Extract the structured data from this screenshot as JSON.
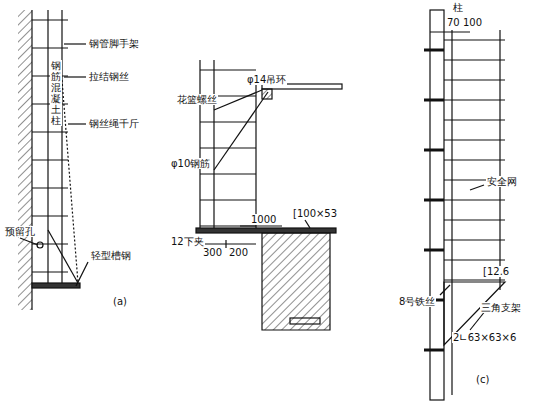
{
  "diagram": {
    "labels": [
      "钢筋混凝土柱",
      "钢管脚手架",
      "拉结钢丝",
      "钢丝绳千斤",
      "预留孔",
      "轻型槽钢",
      "(a)",
      "花篮螺丝",
      "φ14吊环",
      "φ10钢筋",
      "12下夹",
      "[100×53",
      "1000",
      "300",
      "200",
      "柱",
      "70",
      "100",
      "安全网",
      "8号铁丝",
      "[12.6",
      "三角支架",
      "2∟63×63×6",
      "(c)"
    ]
  }
}
